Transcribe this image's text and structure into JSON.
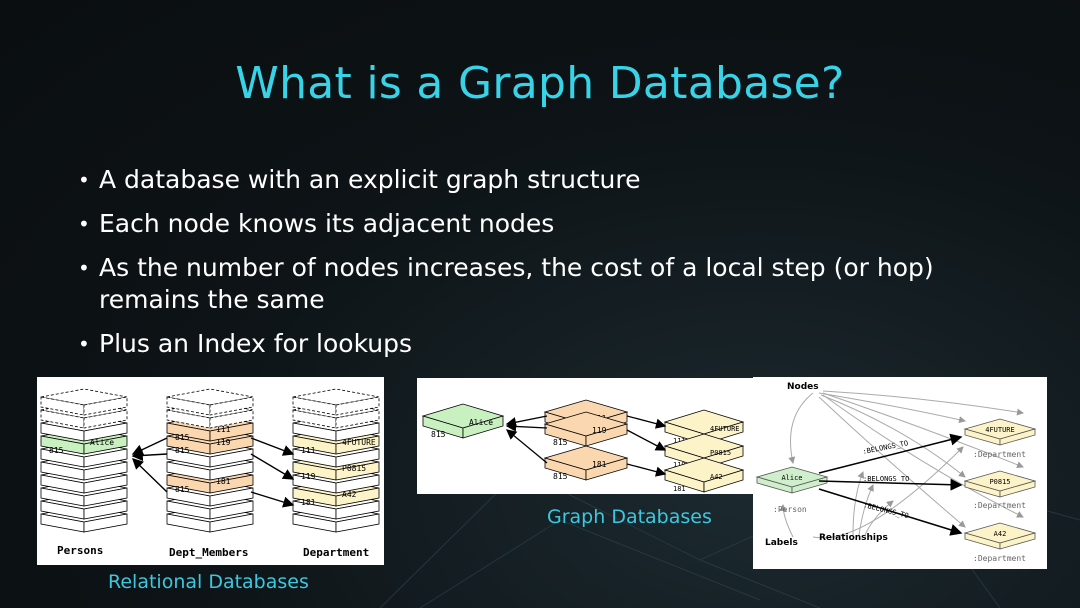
{
  "slide": {
    "title": "What is a Graph Database?",
    "bullets": [
      "A database with an explicit graph structure",
      "Each node knows its adjacent nodes",
      "As the number of nodes increases, the cost of a local step (or hop) remains the same",
      "Plus an Index for lookups"
    ],
    "bullet_glyph": "•"
  },
  "relational": {
    "caption": "Relational Databases",
    "tables": {
      "persons": {
        "label": "Persons",
        "row": [
          "815",
          "Alice"
        ]
      },
      "dept_members": {
        "label": "Dept_Members",
        "rows": [
          [
            "815",
            "111"
          ],
          [
            "815",
            "119"
          ],
          [
            "815",
            "181"
          ]
        ]
      },
      "department": {
        "label": "Department",
        "rows": [
          [
            "111",
            "4FUTURE"
          ],
          [
            "119",
            "P0815"
          ],
          [
            "181",
            "A42"
          ]
        ]
      }
    }
  },
  "graph": {
    "caption": "Graph Databases",
    "alice": [
      "815",
      "Alice"
    ],
    "members": [
      [
        "815",
        "111"
      ],
      [
        "815",
        "119"
      ],
      [
        "815",
        "181"
      ]
    ],
    "departments": [
      [
        "111",
        "4FUTURE"
      ],
      [
        "119",
        "P0815"
      ],
      [
        "181",
        "A42"
      ]
    ]
  },
  "property_graph": {
    "nodes_label": "Nodes",
    "labels_label": "Labels",
    "relationships_label": "Relationships",
    "person_node": "Alice",
    "person_type": ":Person",
    "departments": [
      "4FUTURE",
      "P0815",
      "A42"
    ],
    "department_type": ":Department",
    "relationship": ":BELONGS_TO"
  },
  "colors": {
    "title": "#39d3e8",
    "caption": "#3cc8e0",
    "green_row": "#c8f0c0",
    "orange_row": "#fbd7b0",
    "yellow_node": "#fdf3c8",
    "green_node": "#cfeecb"
  }
}
